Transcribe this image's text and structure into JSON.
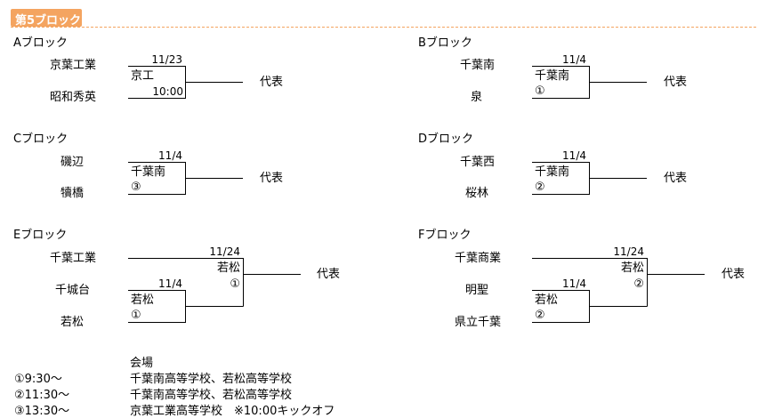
{
  "header": {
    "title": "第5ブロック",
    "accent": "#f4a460"
  },
  "blocks": {
    "A": {
      "label": "Aブロック",
      "team1": "京葉工業",
      "team2": "昭和秀英",
      "date": "11/23",
      "winner": "京工",
      "result": "10:00",
      "rep": "代表"
    },
    "B": {
      "label": "Bブロック",
      "team1": "千葉南",
      "team2": "泉",
      "date": "11/4",
      "winner": "千葉南",
      "result": "①",
      "rep": "代表"
    },
    "C": {
      "label": "Cブロック",
      "team1": "磯辺",
      "team2": "犢橋",
      "date": "11/4",
      "winner": "千葉南",
      "result": "③",
      "rep": "代表"
    },
    "D": {
      "label": "Dブロック",
      "team1": "千葉西",
      "team2": "桜林",
      "date": "11/4",
      "winner": "千葉南",
      "result": "②",
      "rep": "代表"
    },
    "E": {
      "label": "Eブロック",
      "team1": "千葉工業",
      "team2": "千城台",
      "team3": "若松",
      "semi_date": "11/4",
      "semi_winner": "若松",
      "semi_result": "①",
      "final_date": "11/24",
      "final_winner": "若松",
      "final_result": "①",
      "rep": "代表"
    },
    "F": {
      "label": "Fブロック",
      "team1": "千葉商業",
      "team2": "明聖",
      "team3": "県立千葉",
      "semi_date": "11/4",
      "semi_winner": "若松",
      "semi_result": "②",
      "final_date": "11/24",
      "final_winner": "若松",
      "final_result": "②",
      "rep": "代表"
    }
  },
  "notes": {
    "venue_header": "会場",
    "rows": [
      {
        "time": "①9:30～",
        "venue": "千葉南高等学校、若松高等学校"
      },
      {
        "time": "②11:30～",
        "venue": "千葉南高等学校、若松高等学校"
      },
      {
        "time": "③13:30～",
        "venue": "京葉工業高等学校　※10:00キックオフ"
      }
    ]
  }
}
